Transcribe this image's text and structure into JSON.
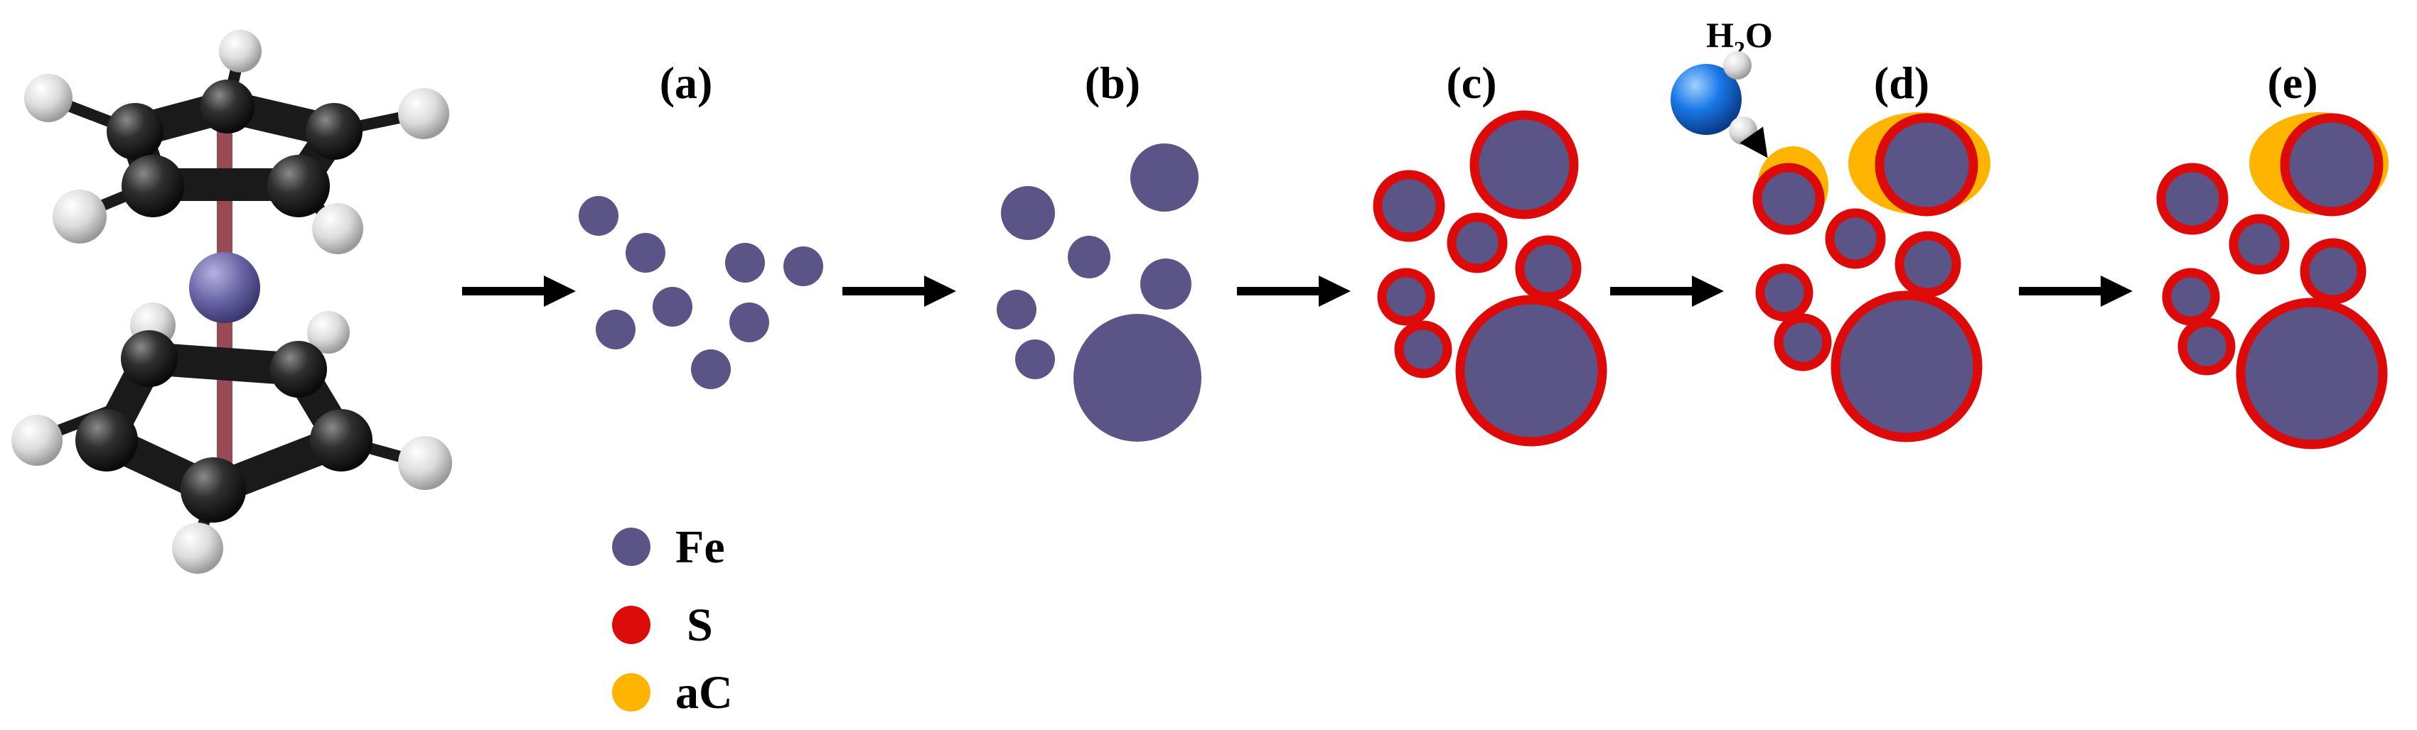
{
  "colors": {
    "fe": "#5b5486",
    "s": "#dd0a0a",
    "ac": "#ffb400",
    "arrow": "#000000",
    "carbon": "#262626",
    "hydrogen": "#e6e6e6",
    "fe_atom": "#6c68a8",
    "bond": "#9a4a55",
    "oxygen": "#1a78e8"
  },
  "panels": [
    {
      "id": "a",
      "label": "(a)"
    },
    {
      "id": "b",
      "label": "(b)"
    },
    {
      "id": "c",
      "label": "(c)"
    },
    {
      "id": "d",
      "label": "(d)"
    },
    {
      "id": "e",
      "label": "(e)"
    }
  ],
  "water": {
    "formula_main": "H",
    "formula_sub": "2",
    "formula_end": "O"
  },
  "legend": [
    {
      "key": "fe",
      "label": "Fe"
    },
    {
      "key": "s",
      "label": "S"
    },
    {
      "key": "ac",
      "label": "aC"
    }
  ]
}
